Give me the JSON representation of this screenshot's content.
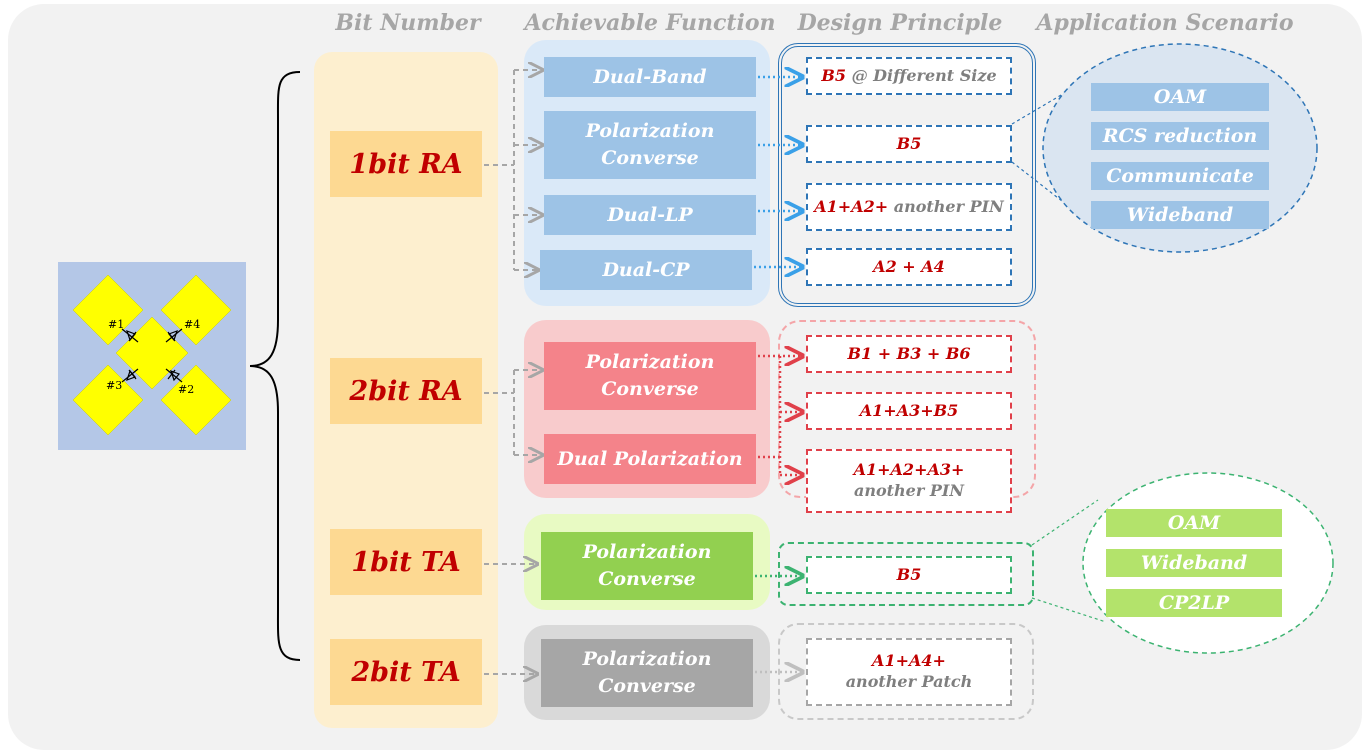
{
  "headers": {
    "bit_number": "Bit Number",
    "achievable_function": "Achievable Function",
    "design_principle": "Design Principle",
    "application_scenario": "Application Scenario"
  },
  "element": {
    "labels": [
      "#1",
      "#4",
      "#3",
      "#2"
    ]
  },
  "rows": {
    "ra1": {
      "bit": "1bit RA",
      "functions": [
        "Dual-Band",
        "Polarization Converse",
        "Dual-LP",
        "Dual-CP"
      ],
      "principles": [
        {
          "main": "B5",
          "extra": " @ Different Size"
        },
        {
          "main": "B5",
          "extra": ""
        },
        {
          "main": "A1+A2+",
          "extra": " another PIN"
        },
        {
          "main": "A2 + A4",
          "extra": ""
        }
      ],
      "applications": [
        "OAM",
        "RCS reduction",
        "Communicate",
        "Wideband"
      ]
    },
    "ra2": {
      "bit": "2bit RA",
      "functions": [
        "Polarization Converse",
        "Dual Polarization"
      ],
      "principles": [
        {
          "main": "B1 + B3 + B6",
          "extra": ""
        },
        {
          "main": "A1+A3+B5",
          "extra": ""
        },
        {
          "main": "A1+A2+A3+",
          "extra": "another PIN"
        }
      ]
    },
    "ta1": {
      "bit": "1bit TA",
      "functions": [
        "Polarization Converse"
      ],
      "principles": [
        {
          "main": "B5",
          "extra": ""
        }
      ],
      "applications": [
        "OAM",
        "Wideband",
        "CP2LP"
      ]
    },
    "ta2": {
      "bit": "2bit TA",
      "functions": [
        "Polarization Converse"
      ],
      "principles": [
        {
          "main": "A1+A4+",
          "extra": "another Patch"
        }
      ]
    }
  },
  "colors": {
    "blue_group": "#dae9f8",
    "blue_box": "#9dc3e6",
    "blue_line": "#2e75b6",
    "red_group": "#f8cbcc",
    "red_box": "#f4838a",
    "red_line": "#e0404a",
    "green_group": "#e8fac3",
    "green_box": "#92d050",
    "green_line": "#3cb371",
    "gray_group": "#d9d9d9",
    "gray_box": "#a6a6a6",
    "gray_line": "#bfbfbf",
    "text_red": "#c00000"
  }
}
